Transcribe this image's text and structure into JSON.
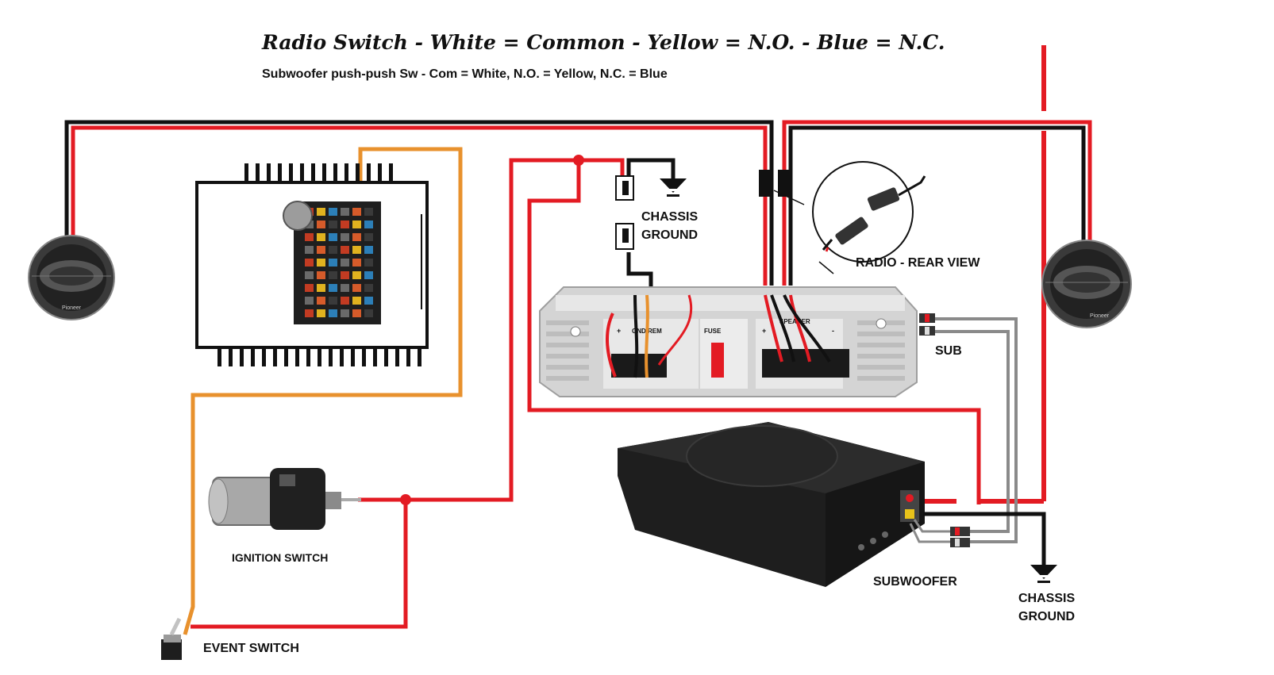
{
  "header": {
    "title": "Radio Switch - White = Common - Yellow = N.O. - Blue = N.C.",
    "subtitle": "Subwoofer push-push Sw - Com = White, N.O. = Yellow, N.C. = Blue"
  },
  "labels": {
    "chassis_ground_top_1": "CHASSIS",
    "chassis_ground_top_2": "GROUND",
    "radio_rear_view": "RADIO - REAR VIEW",
    "sub": "SUB",
    "ignition_switch": "IGNITION SWITCH",
    "event_switch": "EVENT SWITCH",
    "subwoofer": "SUBWOOFER",
    "chassis_ground_bottom_1": "CHASSIS",
    "chassis_ground_bottom_2": "GROUND"
  },
  "radio_terminals": {
    "fuse": "FUSE",
    "gnd_rem": "GND REM",
    "speaker": "SPEAKER",
    "plus": "+",
    "minus": "-"
  },
  "speaker_brand": "Pioneer",
  "wire_colors": {
    "red": "#e31b23",
    "black": "#111111",
    "orange": "#e8912d",
    "gray": "#8a8a8a"
  },
  "icons": {
    "ground": "ground-symbol-icon",
    "speaker": "speaker-icon",
    "fuse_box": "fuse-box-icon",
    "radio": "radio-amplifier-icon",
    "plug": "dc-plug-icon",
    "ignition": "ignition-switch-icon",
    "toggle": "toggle-switch-icon",
    "subwoofer": "subwoofer-enclosure-icon",
    "rca": "rca-plug-icon"
  }
}
